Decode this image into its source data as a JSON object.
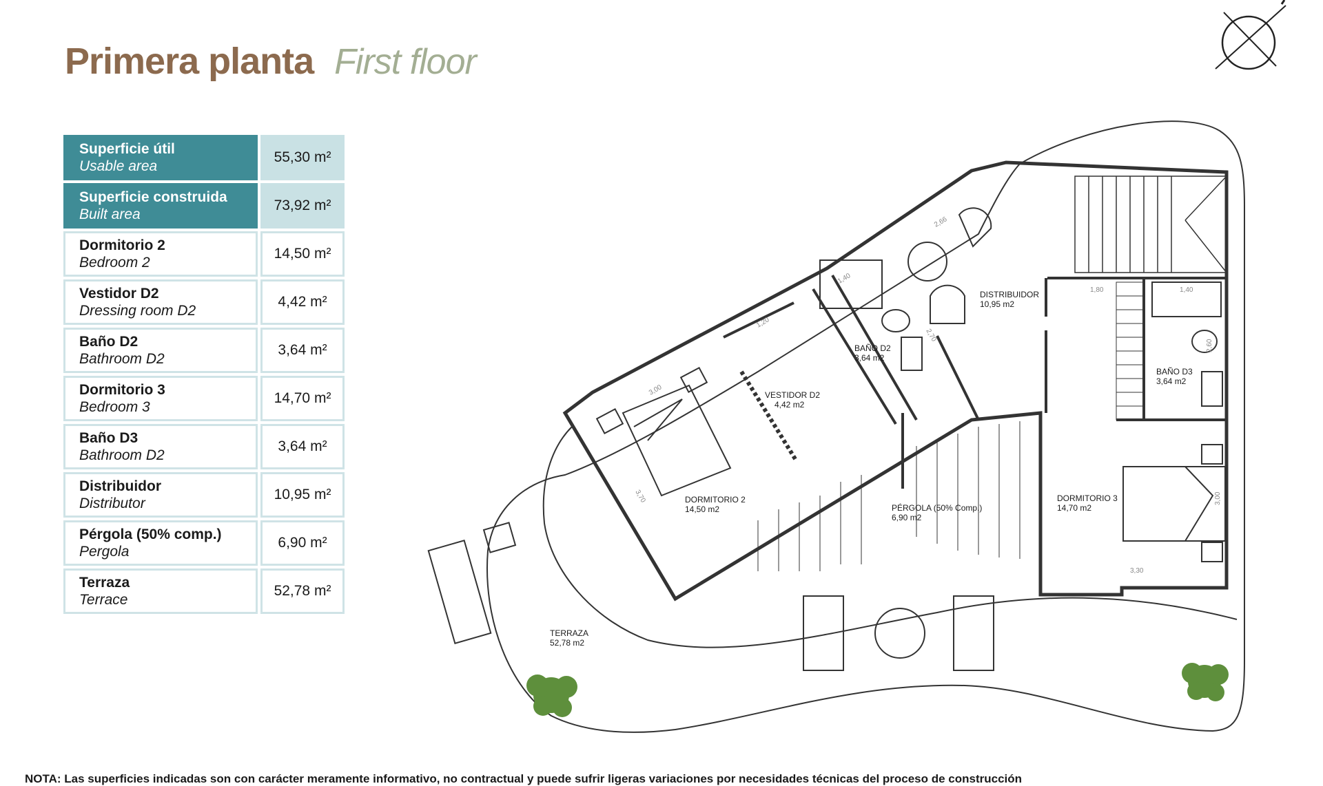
{
  "header": {
    "title_es": "Primera planta",
    "title_en": "First floor"
  },
  "areas": [
    {
      "es": "Superficie útil",
      "en": "Usable area",
      "value": "55,30 m²",
      "highlight": true
    },
    {
      "es": "Superficie construida",
      "en": "Built area",
      "value": "73,92 m²",
      "highlight": true
    },
    {
      "es": "Dormitorio 2",
      "en": "Bedroom 2",
      "value": "14,50 m²",
      "highlight": false
    },
    {
      "es": "Vestidor D2",
      "en": "Dressing room D2",
      "value": "4,42 m²",
      "highlight": false
    },
    {
      "es": "Baño D2",
      "en": "Bathroom D2",
      "value": "3,64 m²",
      "highlight": false
    },
    {
      "es": "Dormitorio 3",
      "en": "Bedroom 3",
      "value": "14,70 m²",
      "highlight": false
    },
    {
      "es": "Baño D3",
      "en": "Bathroom D2",
      "value": "3,64 m²",
      "highlight": false
    },
    {
      "es": "Distribuidor",
      "en": "Distributor",
      "value": "10,95 m²",
      "highlight": false
    },
    {
      "es": "Pérgola (50% comp.)",
      "en": "Pergola",
      "value": "6,90 m²",
      "highlight": false
    },
    {
      "es": "Terraza",
      "en": "Terrace",
      "value": "52,78 m²",
      "highlight": false
    }
  ],
  "plan": {
    "rooms": {
      "distribuidor": {
        "name": "DISTRIBUIDOR",
        "area": "10,95 m2"
      },
      "bano_d2": {
        "name": "BAÑO D2",
        "area": "3,64 m2"
      },
      "vestidor_d2": {
        "name": "VESTIDOR D2",
        "area": "4,42 m2"
      },
      "dormitorio_2": {
        "name": "DORMITORIO 2",
        "area": "14,50 m2"
      },
      "bano_d3": {
        "name": "BAÑO D3",
        "area": "3,64 m2"
      },
      "dormitorio_3": {
        "name": "DORMITORIO 3",
        "area": "14,70 m2"
      },
      "pergola": {
        "name": "PÉRGOLA (50% Comp.)",
        "area": "6,90 m2"
      },
      "terraza": {
        "name": "TERRAZA",
        "area": "52,78 m2"
      }
    },
    "dimensions": {
      "d_266": "2,66",
      "d_140a": "1,40",
      "d_180": "1,80",
      "d_140b": "1,40",
      "d_120": "1,20",
      "d_270": "2,70",
      "d_300a": "3,00",
      "d_260": "2,60",
      "d_300b": "3,00",
      "d_370": "3,70",
      "d_330": "3,30"
    }
  },
  "note": "NOTA: Las superficies indicadas son con carácter meramente informativo, no contractual y puede sufrir ligeras variaciones por necesidades técnicas del proceso de construcción",
  "colors": {
    "title": "#8c6a4e",
    "subtitle": "#a3ae93",
    "accent": "#3f8c96",
    "accent_light": "#c9e1e4",
    "border": "#cfe3e6"
  }
}
